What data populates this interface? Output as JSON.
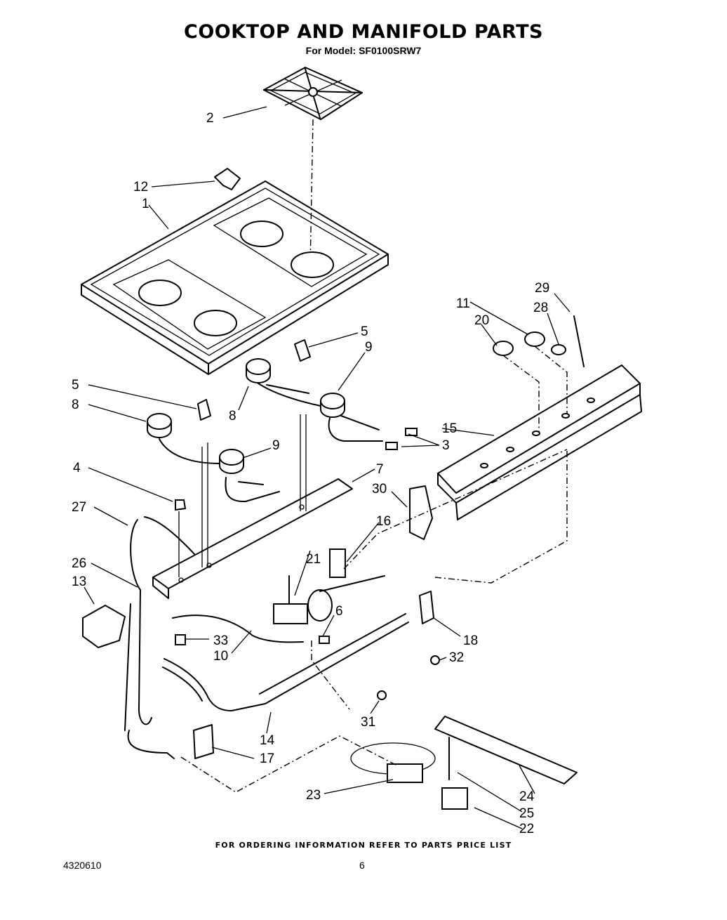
{
  "title": "COOKTOP AND MANIFOLD PARTS",
  "subtitle": "For Model: SF0100SRW7",
  "footer_note": "FOR ORDERING INFORMATION REFER TO PARTS PRICE LIST",
  "doc_number": "4320610",
  "page_number": "6",
  "callouts": [
    "1",
    "2",
    "3",
    "4",
    "5",
    "5",
    "6",
    "7",
    "8",
    "8",
    "9",
    "9",
    "10",
    "11",
    "12",
    "13",
    "14",
    "15",
    "16",
    "17",
    "18",
    "20",
    "21",
    "22",
    "23",
    "24",
    "25",
    "26",
    "27",
    "28",
    "29",
    "30",
    "31",
    "32",
    "33"
  ]
}
